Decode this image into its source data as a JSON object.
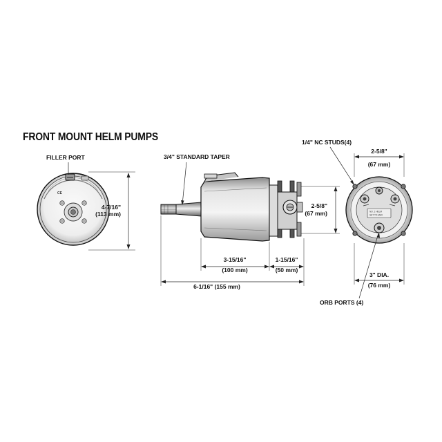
{
  "title": "FRONT MOUNT HELM PUMPS",
  "labels": {
    "filler_port": "FILLER PORT",
    "standard_taper": "3/4\" STANDARD TAPER",
    "nc_studs": "1/4\" NC STUDS(4)",
    "orb_ports": "ORB PORTS (4)",
    "ce_mark": "CE"
  },
  "dimensions": {
    "front_height": {
      "imperial": "4-7/16\"",
      "metric": "(113 mm)"
    },
    "body_length": {
      "imperial": "3-15/16\"",
      "metric": "(100 mm)"
    },
    "rear_length": {
      "imperial": "1-15/16\"",
      "metric": "(50 mm)"
    },
    "overall_length": {
      "imperial": "6-1/16\" (155 mm)"
    },
    "side_height": {
      "imperial": "2-5/8\"",
      "metric": "(67 mm)"
    },
    "rear_width": {
      "imperial": "2-5/8\"",
      "metric": "(67 mm)"
    },
    "rear_dia": {
      "imperial": "3\" DIA.",
      "metric": "(76 mm)"
    }
  },
  "plate_text": [
    "NO. 1 HELM",
    "SET TO MAX"
  ],
  "colors": {
    "line": "#111111",
    "fill_light": "#e6e6e6",
    "fill_mid": "#bdbdbd",
    "fill_dark": "#555555"
  }
}
